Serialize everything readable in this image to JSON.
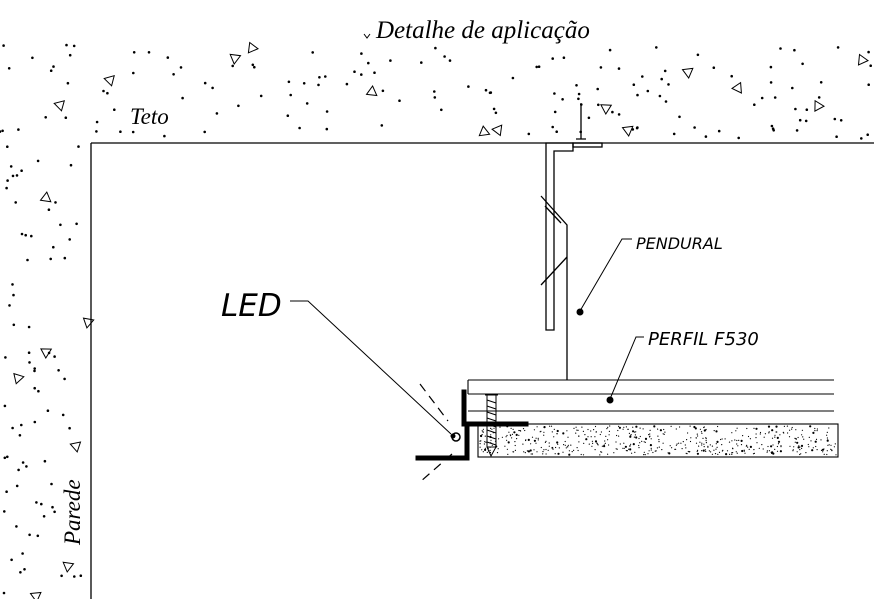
{
  "title": "Detalhe de aplicação",
  "labels": {
    "ceiling": "Teto",
    "wall": "Parede",
    "led": "LED",
    "hanger": "PENDURAL",
    "profile": "PERFIL F530"
  }
}
